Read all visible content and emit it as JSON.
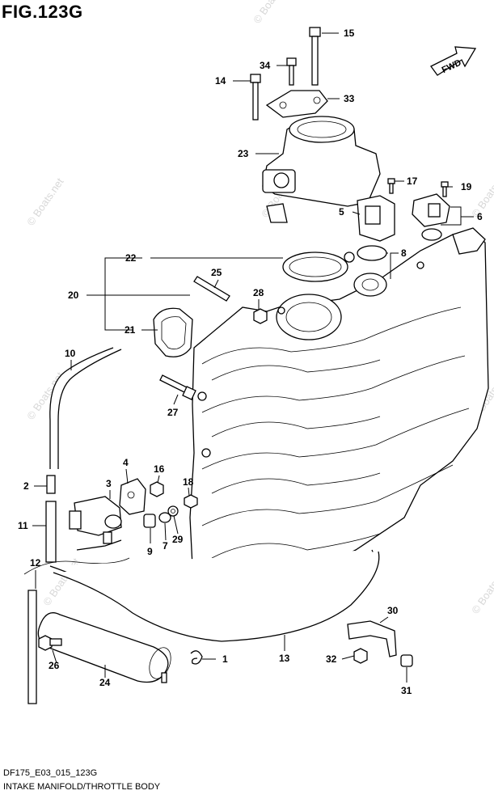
{
  "figure": {
    "title": "FIG.123G",
    "code": "DF175_E03_015_123G",
    "description": "INTAKE MANIFOLD/THROTTLE BODY",
    "direction_label": "FWD",
    "watermark": "© Boats.net"
  },
  "callouts": [
    "1",
    "2",
    "3",
    "4",
    "5",
    "6",
    "7",
    "8",
    "9",
    "10",
    "11",
    "12",
    "13",
    "14",
    "15",
    "16",
    "17",
    "18",
    "19",
    "20",
    "21",
    "22",
    "23",
    "24",
    "25",
    "26",
    "27",
    "28",
    "29",
    "30",
    "31",
    "32",
    "33",
    "34"
  ]
}
